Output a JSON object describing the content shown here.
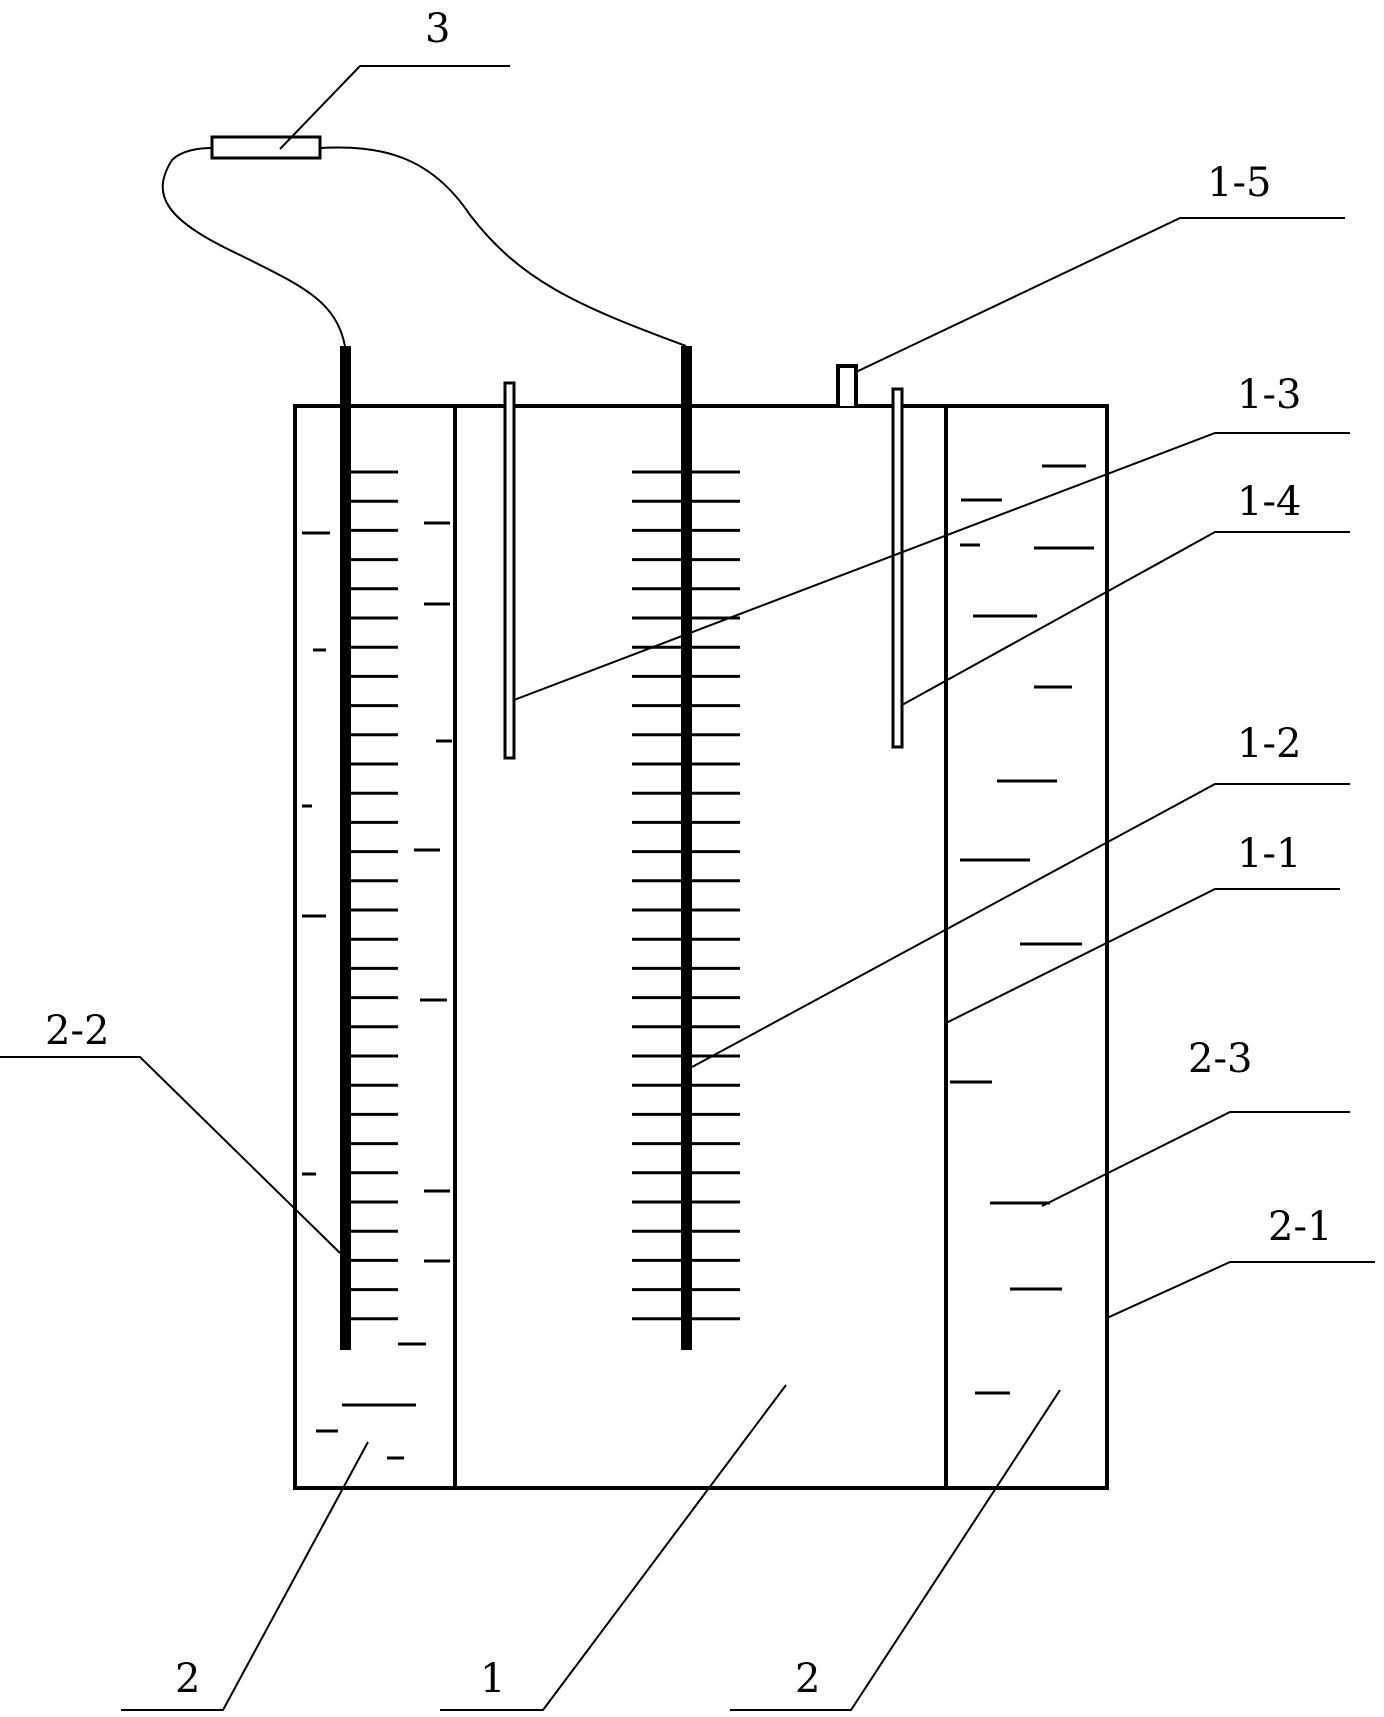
{
  "labels": {
    "l3": "3",
    "l1_5": "1-5",
    "l1_3": "1-3",
    "l1_4": "1-4",
    "l1_2": "1-2",
    "l1_1": "1-1",
    "l2_2": "2-2",
    "l2_3": "2-3",
    "l2_1": "2-1",
    "l2_left": "2",
    "l1_bottom": "1",
    "l2_right": "2"
  },
  "colors": {
    "ink": "#000000",
    "background": "#ffffff"
  }
}
